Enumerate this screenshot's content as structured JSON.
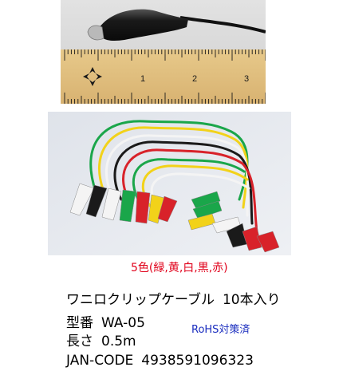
{
  "colors_caption": "5色(緑,黄,白,黒,赤)",
  "product": {
    "name": "ワニロクリップケーブル",
    "quantity": "10本入り",
    "model_label": "型番",
    "model_value": "WA-05",
    "length_label": "長さ",
    "length_value": "0.5m",
    "jan_label": "JAN-CODE",
    "jan_value": "4938591096323",
    "rohs": "RoHS対策済"
  },
  "ruler_marks": [
    "1",
    "2",
    "3"
  ],
  "wire_colors": {
    "green": "#1aa64a",
    "yellow": "#f2d21a",
    "white": "#f4f4f4",
    "black": "#1a1a1a",
    "red": "#d8222a"
  }
}
